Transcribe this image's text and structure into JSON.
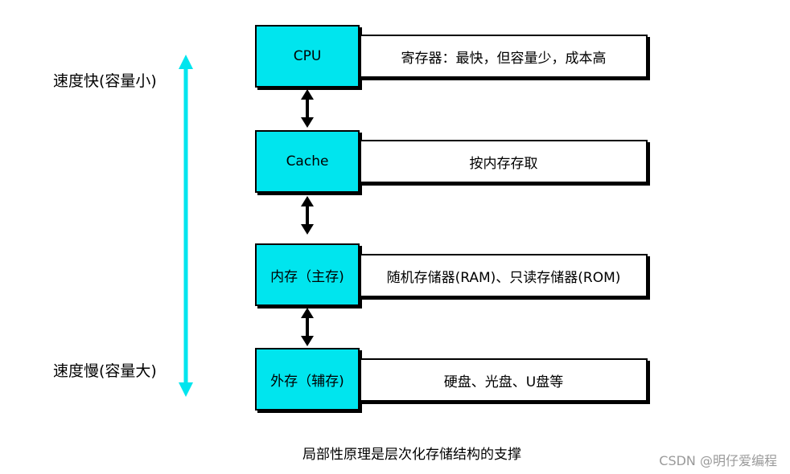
{
  "speed_axis": {
    "top_label": "速度快(容量小)",
    "bottom_label": "速度慢(容量大)",
    "color": "#00e5ee"
  },
  "levels": [
    {
      "name": "CPU",
      "description": "寄存器：最快，但容量少，成本高"
    },
    {
      "name": "Cache",
      "description": "按内存存取"
    },
    {
      "name": "内存（主存)",
      "description": "随机存储器(RAM)、只读存储器(ROM)"
    },
    {
      "name": "外存（辅存)",
      "description": "硬盘、光盘、U盘等"
    }
  ],
  "caption": "局部性原理是层次化存储结构的支撑",
  "watermark": "CSDN @明仔爱编程",
  "colors": {
    "box_fill": "#00e5ee",
    "border": "#000000"
  }
}
